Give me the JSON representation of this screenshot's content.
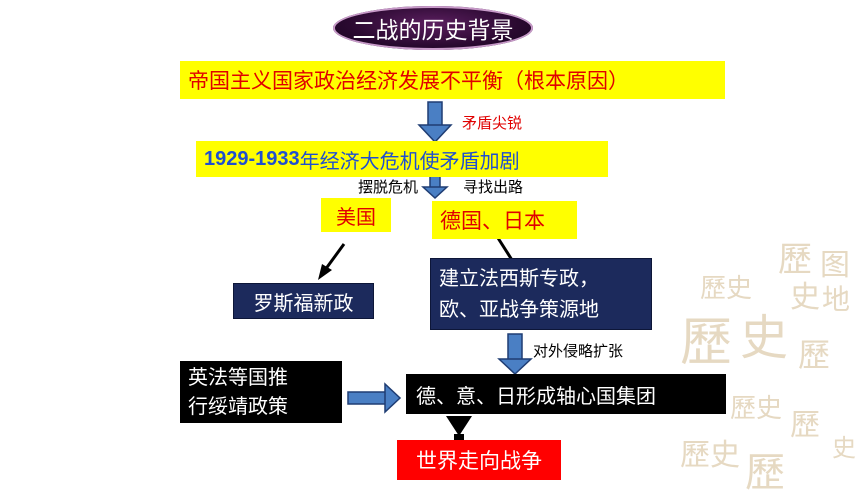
{
  "title": "二战的历史背景",
  "root_cause": "帝国主义国家政治经济发展不平衡（根本原因）",
  "label_contradiction": "矛盾尖锐",
  "crisis": {
    "years": "1929-1933",
    "text": "年经济大危机使矛盾加剧"
  },
  "label_escape": "摆脱危机",
  "label_find_way": "寻找出路",
  "usa": "美国",
  "germany_japan": "德国、日本",
  "new_deal": "罗斯福新政",
  "fascism": {
    "line1": "建立法西斯专政，",
    "line2": "欧、亚战争策源地"
  },
  "label_expansion": "对外侵略扩张",
  "appeasement": {
    "line1": "英法等国推",
    "line2": "行绥靖政策"
  },
  "axis": "德、意、日形成轴心国集团",
  "war": "世界走向战争",
  "colors": {
    "yellow": "#ffff00",
    "red_text": "#e00000",
    "blue_text": "#1f4fd0",
    "navy": "#1c2a5c",
    "arrow_blue": "#4a7fc4"
  }
}
